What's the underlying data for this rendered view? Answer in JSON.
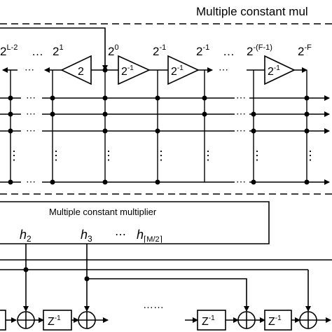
{
  "top_section": {
    "title": "Multiple constant mul",
    "powers": [
      "2",
      "L-2",
      "…",
      "2",
      "1",
      "2",
      "0",
      "2",
      "-1",
      "2",
      "-1",
      "…",
      "2",
      "-(F-1)",
      "2",
      "-F"
    ],
    "vdots": "⋮",
    "hdots": "⋯",
    "amp_labels": [
      "2",
      "2",
      "-1",
      "2",
      "-1",
      "2",
      "-1"
    ]
  },
  "bottom_section": {
    "mcm_box_label": "Multiple constant multiplier",
    "coeffs": [
      {
        "base": "h",
        "sub": "2"
      },
      {
        "base": "h",
        "sub": "3"
      },
      {
        "base": "h",
        "sub": "⌈M/2⌉"
      }
    ],
    "coeff_dots": "⋯",
    "middle_dots": "……",
    "delay_labels": [
      "Z",
      "-1",
      "Z",
      "-1",
      "Z",
      "-1"
    ],
    "adder_symbol": "+"
  }
}
